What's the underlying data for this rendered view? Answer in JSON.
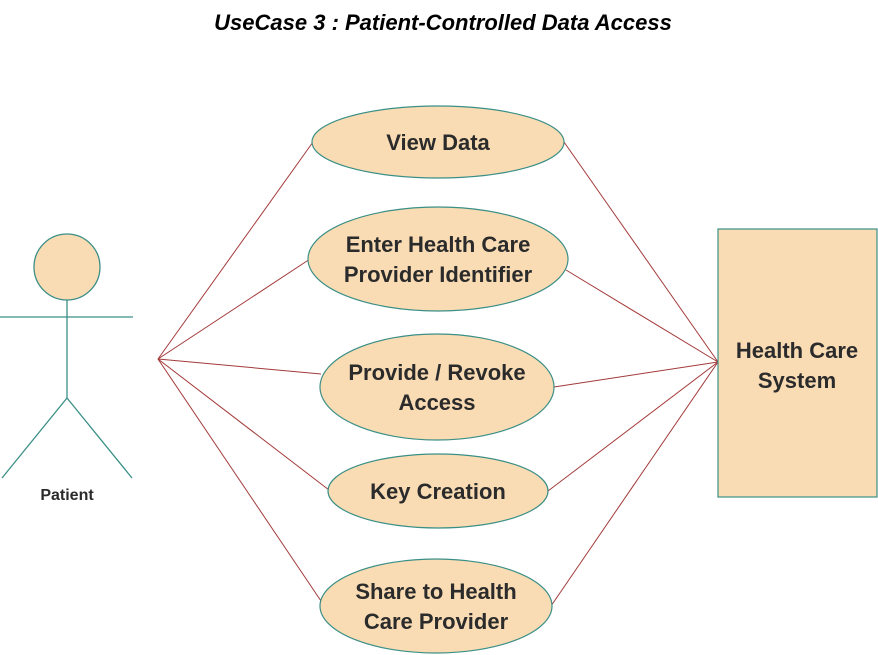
{
  "title": "UseCase 3 : Patient-Controlled Data Access",
  "colors": {
    "fill": "#f9dcb4",
    "outline": "#3a8f86",
    "association": "#a33a3a",
    "text": "#2b2b2b"
  },
  "actor": {
    "label": "Patient"
  },
  "use_cases": [
    {
      "lines": [
        "View Data"
      ]
    },
    {
      "lines": [
        "Enter Health Care",
        "Provider Identifier"
      ]
    },
    {
      "lines": [
        "Provide / Revoke",
        "Access"
      ]
    },
    {
      "lines": [
        "Key Creation"
      ]
    },
    {
      "lines": [
        "Share to Health",
        "Care Provider"
      ]
    }
  ],
  "system": {
    "lines": [
      "Health Care",
      "System"
    ]
  }
}
